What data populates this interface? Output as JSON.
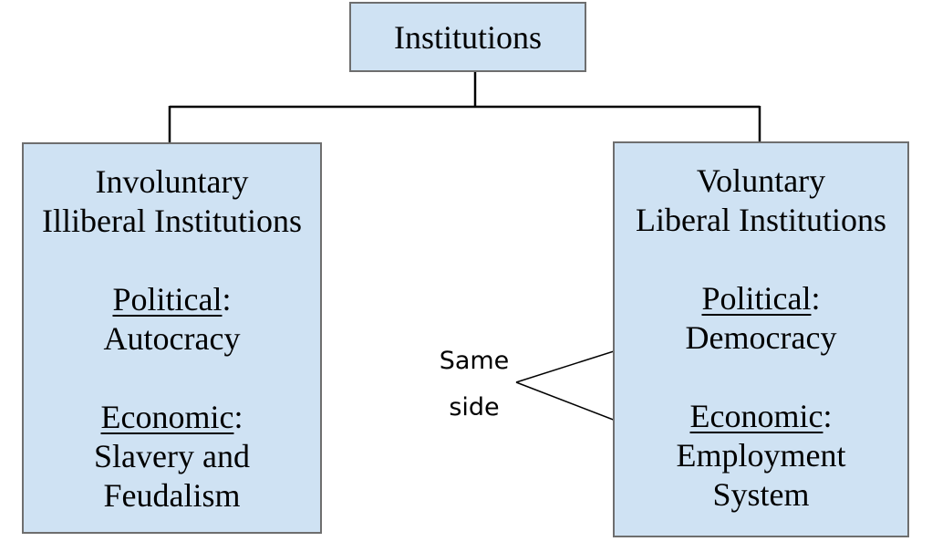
{
  "root": {
    "label": "Institutions"
  },
  "left": {
    "title_line1": "Involuntary",
    "title_line2": "Illiberal Institutions",
    "political_label": "Political",
    "political_value": "Autocracy",
    "economic_label": "Economic",
    "economic_value_line1": "Slavery and",
    "economic_value_line2": "Feudalism"
  },
  "right": {
    "title_line1": "Voluntary",
    "title_line2": "Liberal Institutions",
    "political_label": "Political",
    "political_value": "Democracy",
    "economic_label": "Economic",
    "economic_value_line1": "Employment",
    "economic_value_line2": "System"
  },
  "annotation": {
    "line1": "Same",
    "line2": "side"
  },
  "colors": {
    "box_fill": "#cfe2f3",
    "box_border": "#6e6e6e",
    "connector": "#000000"
  }
}
